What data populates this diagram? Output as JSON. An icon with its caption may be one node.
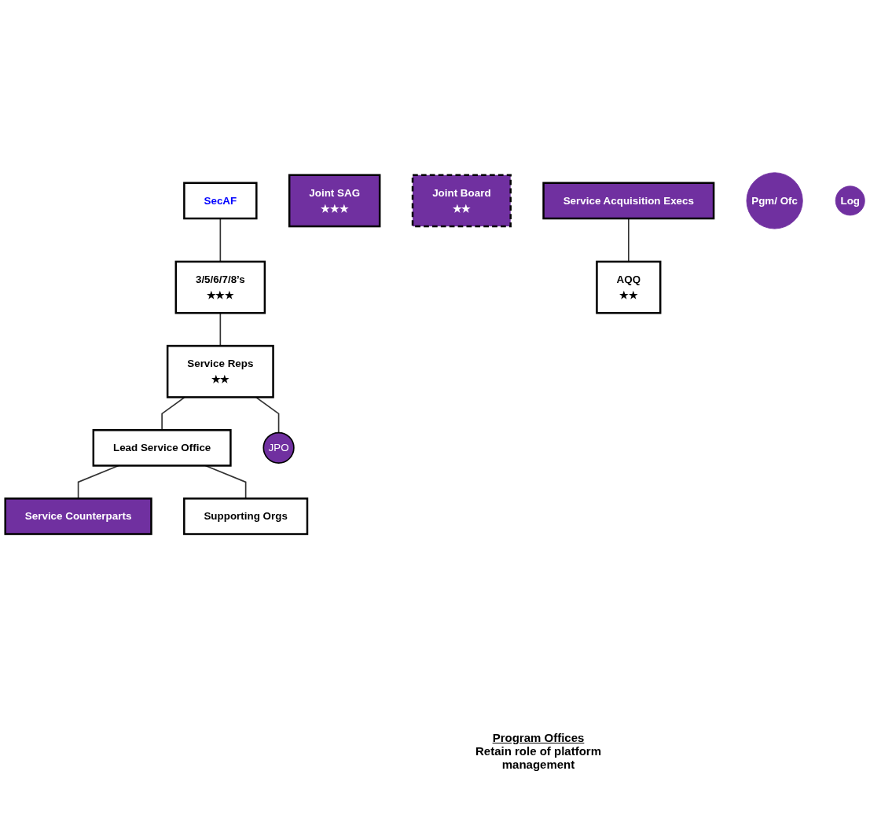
{
  "diagram": {
    "nodes": [
      {
        "text": [
          "SecAF"
        ]
      },
      {
        "text": [
          "Joint SAG",
          "★★★"
        ]
      },
      {
        "text": [
          "3/5/6/7/8’s",
          "★★★"
        ]
      },
      {
        "text": [
          "Joint Board",
          "★★"
        ]
      },
      {
        "text": [
          "Service Reps",
          "★★"
        ]
      },
      {
        "text": [
          "Service Acquisition Execs"
        ]
      },
      {
        "text": [
          "Lead Service Office"
        ]
      },
      {
        "text": [
          "AQQ",
          "★★"
        ]
      },
      {
        "text": [
          "JPO"
        ]
      },
      {
        "text": [
          "Service Counterparts"
        ]
      },
      {
        "text": [
          "Supporting Orgs"
        ]
      },
      {
        "text": [
          "Pgm/ Ofc"
        ]
      },
      {
        "text": [
          "Log"
        ]
      }
    ],
    "edges": [
      {
        "from": 0,
        "to": 2,
        "arrow": "none"
      },
      {
        "from": 2,
        "to": 4,
        "arrow": "none"
      },
      {
        "from": 4,
        "to": 6,
        "arrow": "none"
      },
      {
        "from": 4,
        "to": 8,
        "arrow": "none"
      },
      {
        "from": 5,
        "to": 7,
        "arrow": "none"
      },
      {
        "from": 6,
        "to": 9,
        "arrow": "none"
      },
      {
        "from": 6,
        "to": 10,
        "arrow": "none"
      }
    ],
    "labels": [
      "Program Offices",
      "Retain role of platform management"
    ]
  }
}
